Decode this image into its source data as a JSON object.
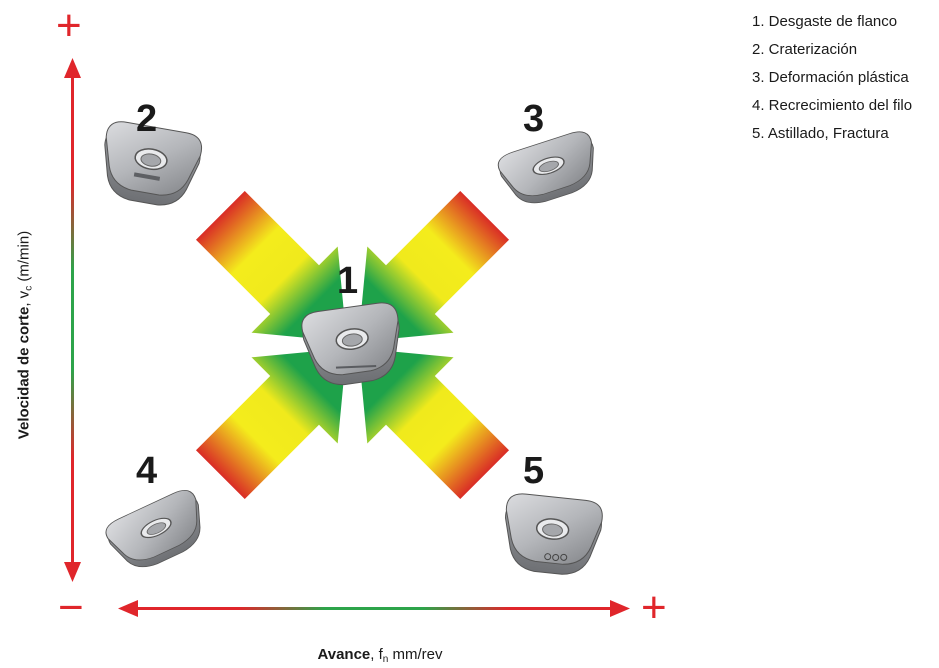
{
  "legend": [
    "1. Desgaste de flanco",
    "2. Craterización",
    "3. Deformación plástica",
    "4. Recrecimiento del filo",
    "5. Astillado, Fractura"
  ],
  "y_axis": {
    "label_bold": "Velocidad de corte",
    "label_rest_pre": ", v",
    "label_sub": "c",
    "label_rest_post": " (m/min)",
    "plus": "+",
    "minus": "−"
  },
  "x_axis": {
    "label_bold": "Avance",
    "label_rest_pre": ", f",
    "label_sub": "n",
    "label_rest_post": " mm/rev",
    "plus": "+"
  },
  "numbers": [
    "1",
    "2",
    "3",
    "4",
    "5"
  ],
  "colors": {
    "axis_red": "#e0262b",
    "axis_green": "#2da44a",
    "arrow_green": "#1ea24a",
    "arrow_yellow": "#f4ec1c",
    "arrow_red": "#d92a26",
    "insert_gray": "#b9bbbe"
  }
}
